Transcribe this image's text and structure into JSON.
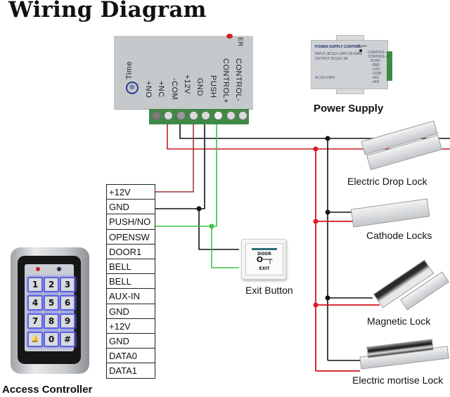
{
  "title": "Wiring Diagram",
  "controller_board": {
    "vertical_labels": [
      "+NO",
      "+NC",
      "-COM",
      "+12V",
      "GND",
      "PUSH",
      "CONTROL+",
      "CONTROL-"
    ],
    "time_label": "Time",
    "partial_label": "ER"
  },
  "power_supply": {
    "label": "Power Supply",
    "panel_title": "POWER SUPPLY CONTROL",
    "panel_line1": "INPUT: AC110~240V 50-60HZ",
    "panel_line2": "OUTPUT: DC12V 3A",
    "panel_footer": "AC110-240V",
    "power_led_label": "Power",
    "terminal_labels": [
      "CONTROL-",
      "CONTROL+",
      "PUSH",
      "GND",
      "+12V",
      "-COM",
      "+NC",
      "+NO"
    ]
  },
  "access_controller": {
    "label": "Access Controller",
    "terminals": [
      "+12V",
      "GND",
      "PUSH/NO",
      "OPENSW",
      "DOOR1",
      "BELL",
      "BELL",
      "AUX-IN",
      "GND",
      "+12V",
      "GND",
      "DATA0",
      "DATA1"
    ],
    "keys": [
      "1",
      "2",
      "3",
      "4",
      "5",
      "6",
      "7",
      "8",
      "9",
      "🔔",
      "0",
      "#"
    ]
  },
  "exit_button": {
    "label": "Exit Button",
    "top_text": "DOOR",
    "bottom_text": "EXIT",
    "key_glyph": "O─┬"
  },
  "locks": [
    {
      "label": "Electric Drop Lock"
    },
    {
      "label": "Cathode Locks"
    },
    {
      "label": "Magnetic Lock"
    },
    {
      "label": "Electric mortise Lock"
    }
  ],
  "wire_colors": {
    "positive": "#d4151f",
    "ground": "#111111",
    "push": "#2fc23b",
    "dark_red": "#9b3a3a"
  }
}
